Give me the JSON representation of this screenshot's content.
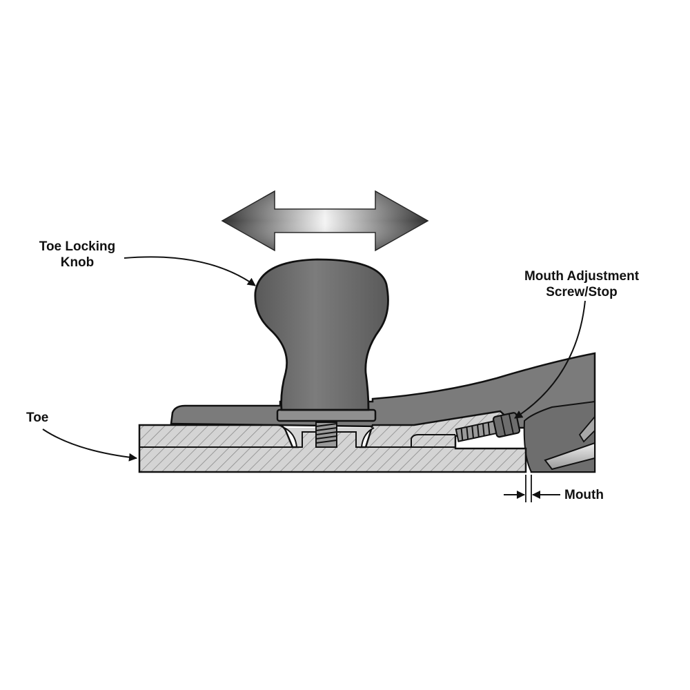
{
  "labels": {
    "toe_locking_knob": [
      "Toe Locking",
      "Knob"
    ],
    "mouth_adjustment": [
      "Mouth Adjustment",
      "Screw/Stop"
    ],
    "toe": "Toe",
    "mouth": "Mouth"
  },
  "colors": {
    "outline": "#111111",
    "sole_fill": "#d2d2d2",
    "hatch": "#8a8a8a",
    "body_fill": "#7a7a7a",
    "knob_fill": "#666666",
    "arrow_dark": "#333333",
    "arrow_light": "#f2f2f2"
  }
}
